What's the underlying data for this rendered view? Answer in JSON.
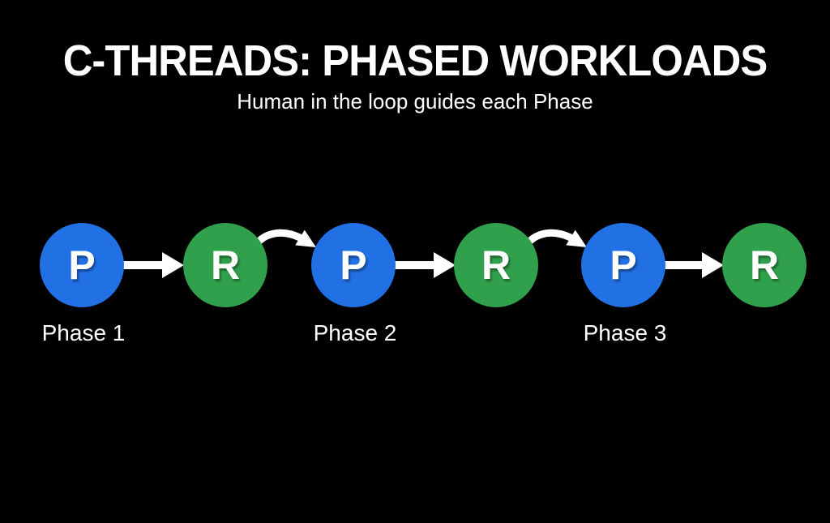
{
  "slide": {
    "title": "C-THREADS: PHASED WORKLOADS",
    "subtitle": "Human in the loop guides each Phase"
  },
  "diagram": {
    "nodes": [
      {
        "letter": "P",
        "color": "blue"
      },
      {
        "letter": "R",
        "color": "green"
      },
      {
        "letter": "P",
        "color": "blue"
      },
      {
        "letter": "R",
        "color": "green"
      },
      {
        "letter": "P",
        "color": "blue"
      },
      {
        "letter": "R",
        "color": "green"
      }
    ],
    "phase_labels": [
      "Phase 1",
      "Phase 2",
      "Phase 3"
    ]
  },
  "colors": {
    "bg": "#000000",
    "text": "#ffffff",
    "accent_blue": "#2170e4",
    "accent_green": "#30a04c",
    "arrow": "#ffffff"
  }
}
